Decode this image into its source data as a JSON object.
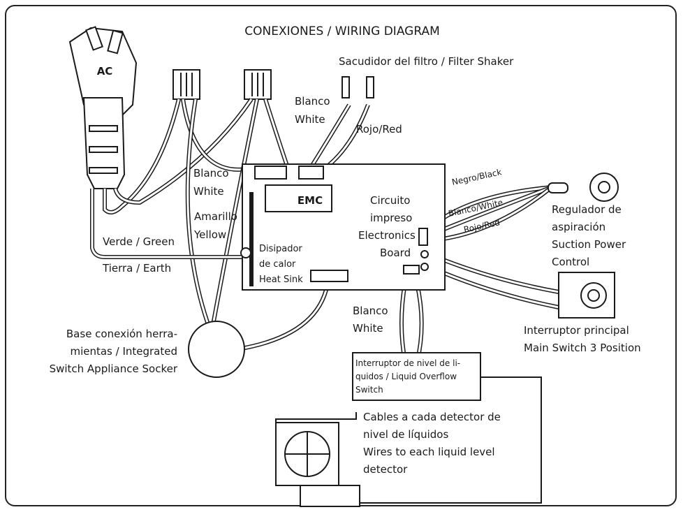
{
  "title": "CONEXIONES / WIRING DIAGRAM",
  "labels": {
    "ac": "AC",
    "emc": "EMC",
    "filter_shaker": "Sacudidor del filtro / Filter Shaker",
    "shaker_white_es": "Blanco",
    "shaker_white_en": "White",
    "shaker_red": "Rojo/Red",
    "board_white_es": "Blanco",
    "board_white_en": "White",
    "yellow_es": "Amarillo",
    "yellow_en": "Yellow",
    "green": "Verde / Green",
    "earth": "Tierra / Earth",
    "heatsink_1": "Disipador",
    "heatsink_2": "de calor",
    "heatsink_3": "Heat Sink",
    "board_1": "Circuito",
    "board_2": "impreso",
    "board_3": "Electronics",
    "board_4": "Board",
    "wire_black": "Negro/Black",
    "wire_white": "Blanco/White",
    "wire_red": "Rojo/Red",
    "suction_1": "Regulador de",
    "suction_2": "aspiración",
    "suction_3": "Suction Power",
    "suction_4": "Control",
    "main_switch_1": "Interruptor principal",
    "main_switch_2": "Main Switch 3 Position",
    "socket_1": "Base conexión herra-",
    "socket_2": "mientas / Integrated",
    "socket_3": "Switch Appliance Socker",
    "lower_white_es": "Blanco",
    "lower_white_en": "White",
    "overflow_1": "Interruptor de nivel de li-",
    "overflow_2": "quidos / Liquid Overflow",
    "overflow_3": "Switch",
    "detector_1": "Cables a cada detector de",
    "detector_2": "nivel de líquidos",
    "detector_3": "Wires to each liquid level",
    "detector_4": "detector"
  }
}
